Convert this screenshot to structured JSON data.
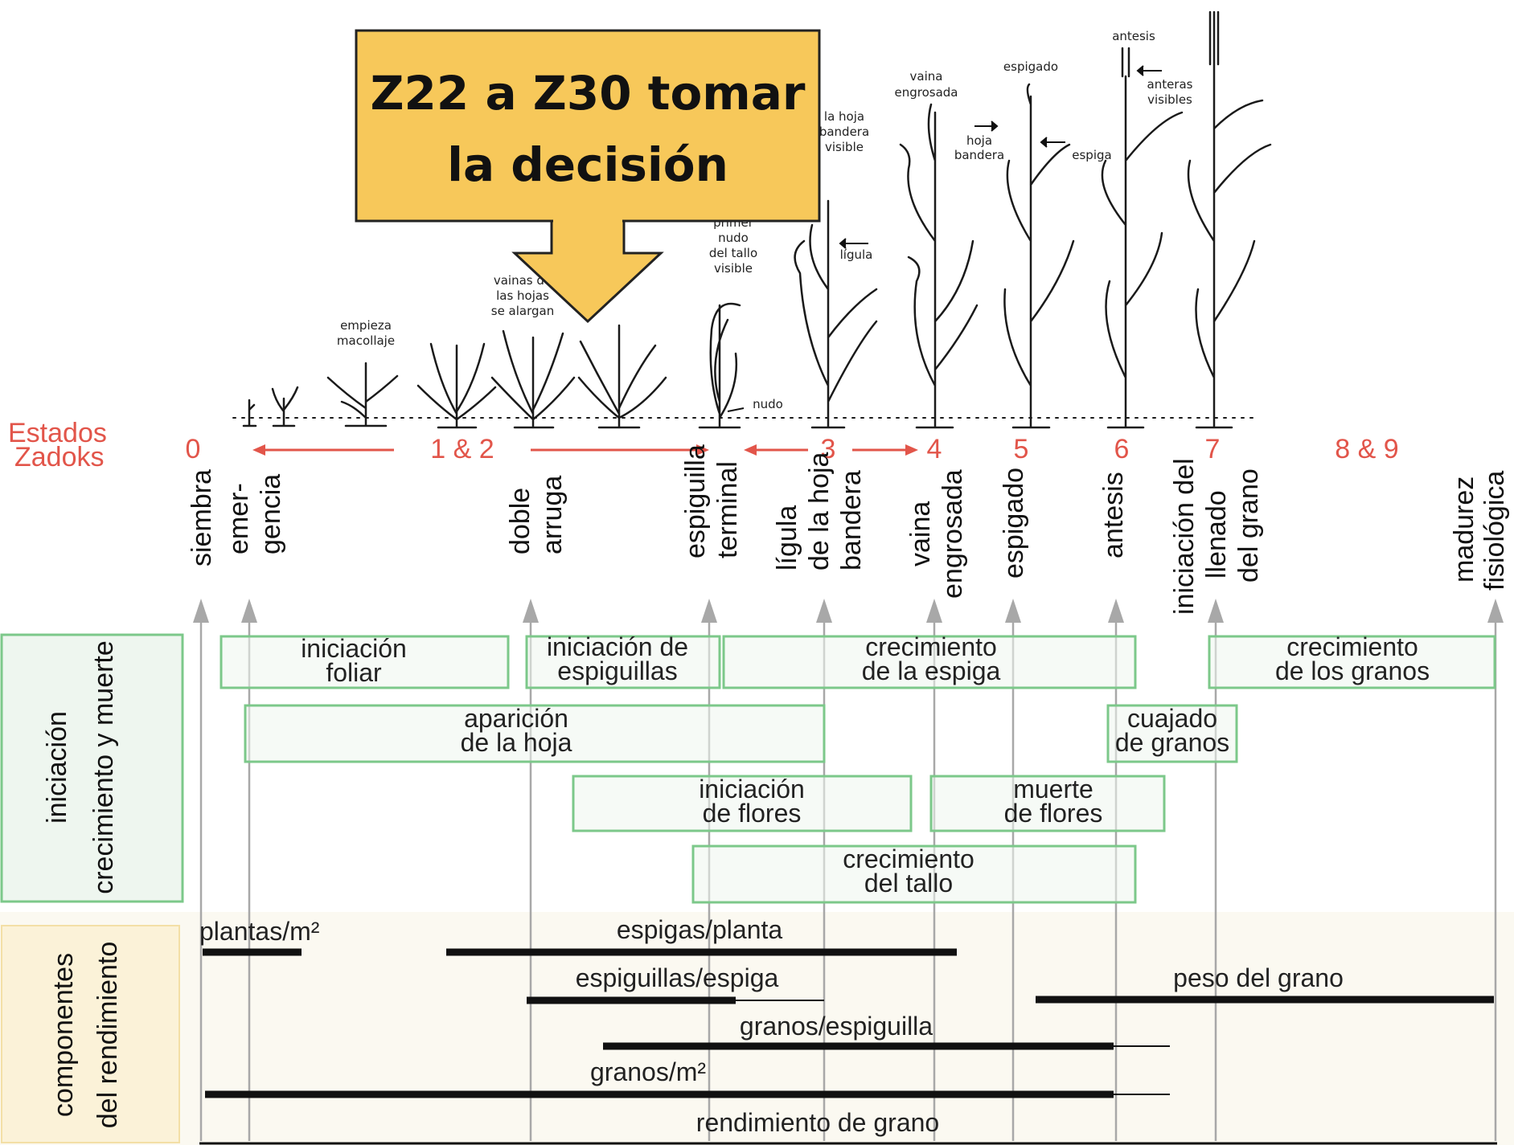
{
  "callout": {
    "line1": "Z22 a Z30 tomar",
    "line2": "la decisión",
    "fill_color": "#f7c85a",
    "border_color": "#222222"
  },
  "zadoks": {
    "label_line1": "Estados",
    "label_line2": "Zadoks",
    "color": "#e2554a",
    "stages": [
      "0",
      "1 & 2",
      "3",
      "4",
      "5",
      "6",
      "7",
      "8 & 9"
    ]
  },
  "plant_labels": {
    "empieza_line1": "empieza",
    "empieza_line2": "macollaje",
    "vainas_line1": "vainas de",
    "vainas_line2": "las hojas",
    "vainas_line3": "se alargan",
    "primer_line1": "primer",
    "primer_line2": "nudo",
    "primer_line3": "del tallo",
    "primer_line4": "visible",
    "hojab_line1": "la hoja",
    "hojab_line2": "bandera",
    "hojab_line3": "visible",
    "ligula": "lígula",
    "nudo": "nudo",
    "vaina_line1": "vaina",
    "vaina_line2": "engrosada",
    "espigado": "espigado",
    "hoja_line1": "hoja",
    "hoja_line2": "bandera",
    "espiga": "espiga",
    "antesis": "antesis",
    "anteras_line1": "anteras",
    "anteras_line2": "visibles"
  },
  "events": [
    {
      "lines": [
        "siembra"
      ]
    },
    {
      "lines": [
        "emer-",
        "gencia"
      ]
    },
    {
      "lines": [
        "doble",
        "arruga"
      ]
    },
    {
      "lines": [
        "espiguilla",
        "terminal"
      ]
    },
    {
      "lines": [
        "lígula",
        "de la hoja",
        "bandera"
      ]
    },
    {
      "lines": [
        "vaina",
        "engrosada"
      ]
    },
    {
      "lines": [
        "espigado"
      ]
    },
    {
      "lines": [
        "antesis"
      ]
    },
    {
      "lines": [
        "iniciación del",
        "llenado",
        "del grano"
      ]
    },
    {
      "lines": [
        "madurez",
        "fisiológica"
      ]
    }
  ],
  "sections": {
    "iniciacion_line1": "iniciación",
    "iniciacion_line2": "crecimiento y muerte",
    "componentes_line1": "componentes",
    "componentes_line2": "del rendimiento"
  },
  "processes": [
    {
      "lines": [
        "iniciación",
        "foliar"
      ]
    },
    {
      "lines": [
        "iniciación de",
        "espiguillas"
      ]
    },
    {
      "lines": [
        "crecimiento",
        "de la espiga"
      ]
    },
    {
      "lines": [
        "crecimiento",
        "de los granos"
      ]
    },
    {
      "lines": [
        "aparición",
        "de la hoja"
      ]
    },
    {
      "lines": [
        "cuajado",
        "de granos"
      ]
    },
    {
      "lines": [
        "iniciación",
        "de flores"
      ]
    },
    {
      "lines": [
        "muerte",
        "de flores"
      ]
    },
    {
      "lines": [
        "crecimiento",
        "del tallo"
      ]
    }
  ],
  "components": [
    "plantas/m²",
    "espigas/planta",
    "espiguillas/espiga",
    "peso del grano",
    "granos/espiguilla",
    "granos/m²",
    "rendimiento de grano"
  ],
  "colors": {
    "process_box_border": "#7cc88a",
    "process_box_fill": "#eef6ef",
    "component_bg": "#fbf9f1",
    "componentes_box": "#fbf2d8",
    "arrow_gray": "#a0a0a0"
  }
}
